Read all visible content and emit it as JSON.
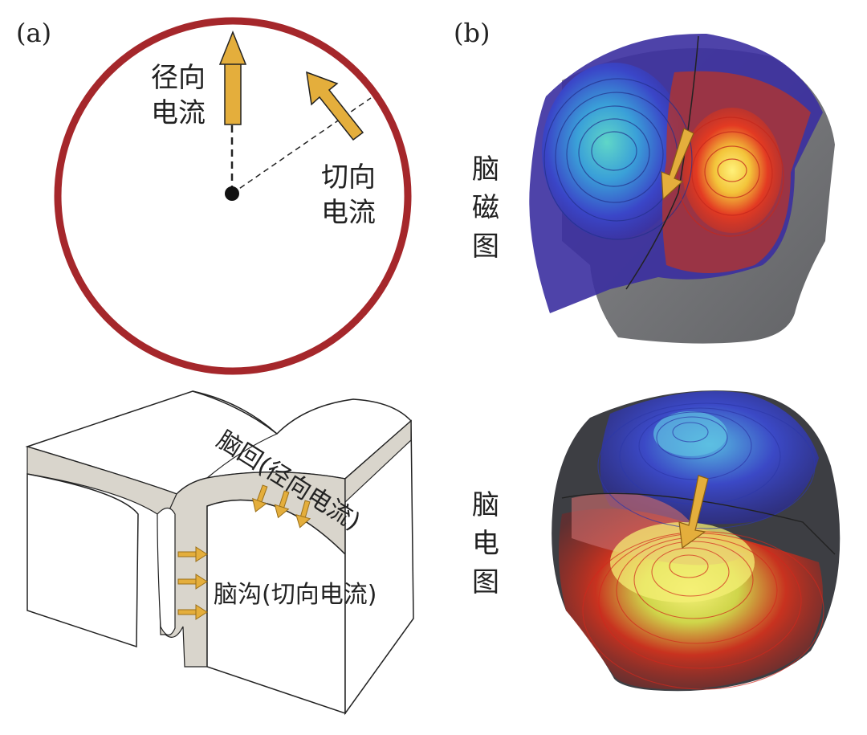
{
  "panel_a": {
    "label": "(a)",
    "radial_label": [
      "径向",
      "电流"
    ],
    "tangential_label": [
      "切向",
      "电流"
    ],
    "gyrus_label": "脑回(径向电流)",
    "sulcus_label": "脑沟(切向电流)"
  },
  "panel_b": {
    "label": "(b)",
    "meg_label": [
      "脑",
      "磁",
      "图"
    ],
    "eeg_label": [
      "脑",
      "电",
      "图"
    ]
  },
  "colors": {
    "circle": "#a5272b",
    "arrow": "#e4ae3c",
    "tissue": "#d9d5cc",
    "head": "#77787b",
    "negative": "#3a3ac8",
    "positive": "#e0261e"
  }
}
